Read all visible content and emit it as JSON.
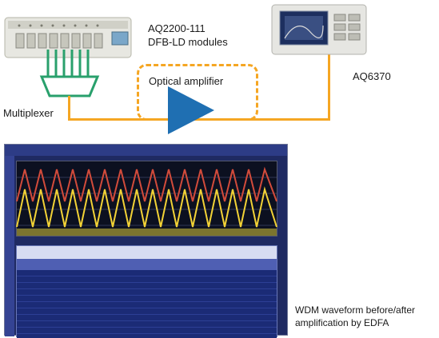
{
  "labels": {
    "source_modules": "AQ2200-111\nDFB-LD modules",
    "source_modules_line1": "AQ2200-111",
    "source_modules_line2": "DFB-LD modules",
    "multiplexer": "Multiplexer",
    "amplifier": "Optical amplifier",
    "analyzer": "AQ6370",
    "caption_line1": "WDM waveform before/after",
    "caption_line2": "amplification by EDFA"
  },
  "colors": {
    "fiber": "#f5a623",
    "amplifier": "#1f6fb2",
    "screen": "#1f2a62",
    "trace_red": "#d24b3b",
    "trace_yellow": "#f2d236"
  }
}
